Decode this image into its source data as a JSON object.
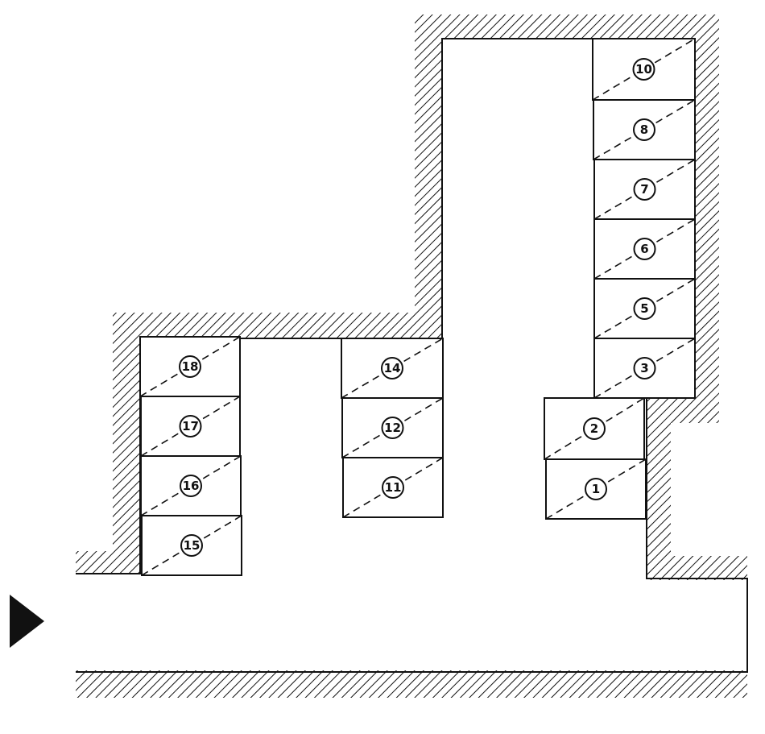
{
  "parking_spaces": [
    {
      "label": "1"
    },
    {
      "label": "2"
    },
    {
      "label": "3"
    },
    {
      "label": "5"
    },
    {
      "label": "6"
    },
    {
      "label": "7"
    },
    {
      "label": "8"
    },
    {
      "label": "10"
    },
    {
      "label": "11"
    },
    {
      "label": "12"
    },
    {
      "label": "14"
    },
    {
      "label": "15"
    },
    {
      "label": "16"
    },
    {
      "label": "17"
    },
    {
      "label": "18"
    }
  ],
  "entrance": {
    "icon": "entrance-arrow-icon",
    "direction": "right"
  },
  "colors": {
    "line": "#111111",
    "background": "#ffffff"
  }
}
